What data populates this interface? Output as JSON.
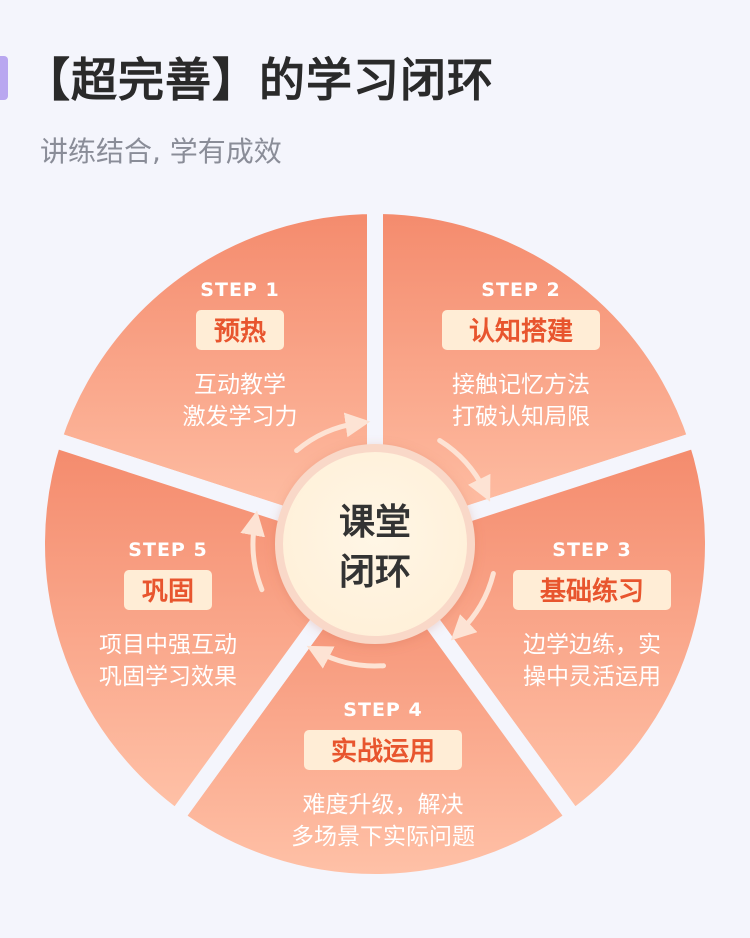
{
  "header": {
    "title": "【超完善】的学习闭环",
    "subtitle": "讲练结合, 学有成效"
  },
  "center": {
    "line1": "课堂",
    "line2": "闭环"
  },
  "steps": [
    {
      "label": "STEP 1",
      "title": "预热",
      "desc": [
        "互动教学",
        "激发学习力"
      ]
    },
    {
      "label": "STEP 2",
      "title": "认知搭建",
      "desc": [
        "接触记忆方法",
        "打破认知局限"
      ]
    },
    {
      "label": "STEP 3",
      "title": "基础练习",
      "desc": [
        "边学边练，实",
        "操中灵活运用"
      ]
    },
    {
      "label": "STEP 4",
      "title": "实战运用",
      "desc": [
        "难度升级，解决",
        "多场景下实际问题"
      ]
    },
    {
      "label": "STEP 5",
      "title": "巩固",
      "desc": [
        "项目中强互动",
        "巩固学习效果"
      ]
    }
  ],
  "colors": {
    "segment_light": "#ffc2a8",
    "segment_dark": "#f48a6c",
    "title_text": "#e8552e",
    "title_bg": "#ffedd6",
    "center_bg": "#fff0d8",
    "accent": "#b9a7f0"
  },
  "icons": [
    "cycle-arrow-icon"
  ]
}
